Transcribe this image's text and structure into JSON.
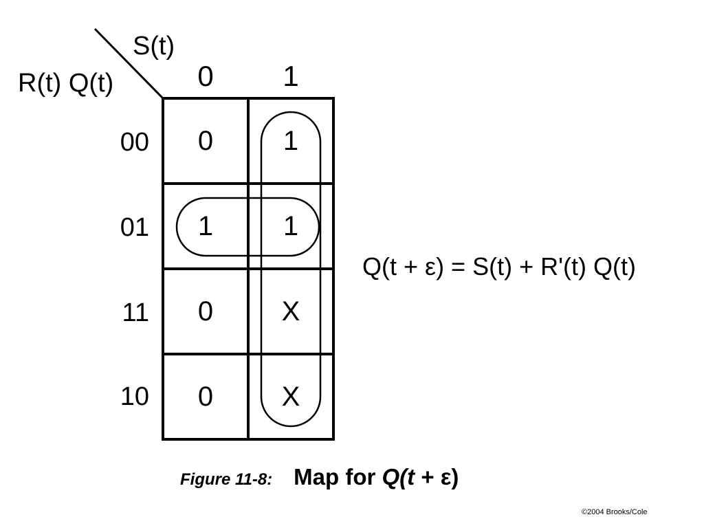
{
  "kmap": {
    "col_variable": "S(t)",
    "row_variable": "R(t) Q(t)",
    "col_headers": [
      "0",
      "1"
    ],
    "row_headers": [
      "00",
      "01",
      "11",
      "10"
    ],
    "cells": [
      [
        "0",
        "1"
      ],
      [
        "1",
        "1"
      ],
      [
        "0",
        "X"
      ],
      [
        "0",
        "X"
      ]
    ]
  },
  "equation": "Q(t + ε) = S(t) + R'(t) Q(t)",
  "caption": {
    "figure_label": "Figure 11-8:",
    "title_prefix": "Map for ",
    "title_var": "Q",
    "title_open": "(",
    "title_t": "t",
    "title_rest": " + ε)"
  },
  "copyright": "©2004 Brooks/Cole"
}
